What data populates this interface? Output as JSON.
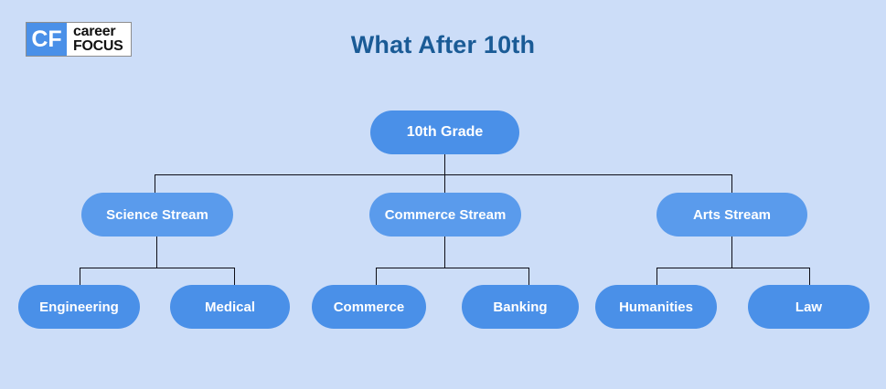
{
  "logo": {
    "mark": "CF",
    "word_top": "career",
    "word_bottom": "FOCUS"
  },
  "title": "What After 10th",
  "colors": {
    "background": "#ccddf8",
    "node_fill": "#4a90e8",
    "node_fill_level2": "#5a9bec",
    "node_text": "#ffffff",
    "title_text": "#1a5b96",
    "connector": "#0d0d17",
    "logo_mark_bg": "#4a90e8"
  },
  "chart_data": {
    "type": "diagram",
    "title": "What After 10th",
    "root": {
      "label": "10th Grade"
    },
    "branches": [
      {
        "label": "Science Stream",
        "children": [
          {
            "label": "Engineering"
          },
          {
            "label": "Medical"
          }
        ]
      },
      {
        "label": "Commerce Stream",
        "children": [
          {
            "label": "Commerce"
          },
          {
            "label": "Banking"
          }
        ]
      },
      {
        "label": "Arts Stream",
        "children": [
          {
            "label": "Humanities"
          },
          {
            "label": "Law"
          }
        ]
      }
    ]
  }
}
